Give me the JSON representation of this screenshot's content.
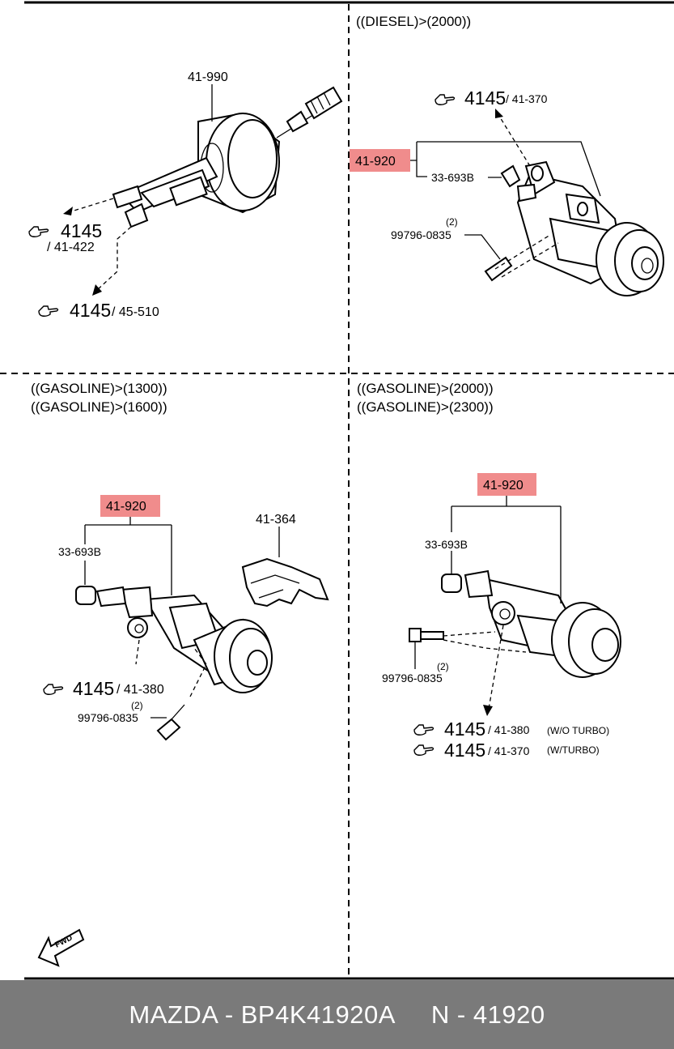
{
  "conditions": {
    "top_right": "((DIESEL)>(2000))",
    "bottom_left_1": "((GASOLINE)>(1300))",
    "bottom_left_2": "((GASOLINE)>(1600))",
    "bottom_right_1": "((GASOLINE)>(2000))",
    "bottom_right_2": "((GASOLINE)>(2300))"
  },
  "top_left": {
    "part_label": "41-990",
    "ref_a_num": "4145",
    "ref_a_part": "/ 41-422",
    "ref_b_num": "4145",
    "ref_b_part": "/ 45-510"
  },
  "top_right": {
    "highlight_label": "41-920",
    "sub_label": "33-693B",
    "ref_num": "4145",
    "ref_part": "/ 41-370",
    "bolt_qty": "(2)",
    "bolt_label": "99796-0835"
  },
  "bottom_left": {
    "highlight_label": "41-920",
    "sub_label": "33-693B",
    "bracket_label": "41-364",
    "ref_num": "4145",
    "ref_part": "/ 41-380",
    "bolt_qty": "(2)",
    "bolt_label": "99796-0835"
  },
  "bottom_right": {
    "highlight_label": "41-920",
    "sub_label": "33-693B",
    "bolt_qty": "(2)",
    "bolt_label": "99796-0835",
    "ref_a_num": "4145",
    "ref_a_part": "/ 41-380",
    "ref_a_note": "(W/O TURBO)",
    "ref_b_num": "4145",
    "ref_b_part": "/ 41-370",
    "ref_b_note": "(W/TURBO)"
  },
  "fwd_label": "FWD",
  "footer": {
    "brand_part": "MAZDA - BP4K41920A",
    "ref": "N - 41920"
  },
  "colors": {
    "highlight": "#f08c8c",
    "footer_bg": "#7a7a7a",
    "footer_text": "#ffffff"
  },
  "icons": [
    "pointing-hand-icon",
    "fwd-arrow-icon"
  ]
}
